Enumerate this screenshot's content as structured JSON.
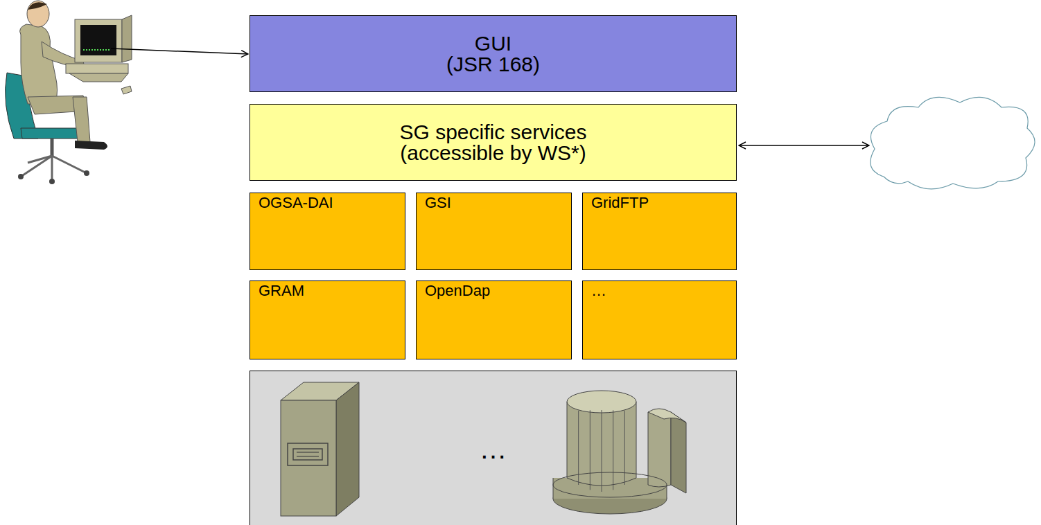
{
  "diagram": {
    "nodes": [
      {
        "text": [
          "GUI",
          "(JSR 168)"
        ]
      },
      {
        "text": [
          "SG specific services",
          "(accessible by WS*)"
        ]
      },
      {
        "text": [
          "OGSA-DAI"
        ]
      },
      {
        "text": [
          "GSI"
        ]
      },
      {
        "text": [
          "GridFTP"
        ]
      },
      {
        "text": [
          "GRAM"
        ]
      },
      {
        "text": [
          "OpenDap"
        ]
      },
      {
        "text": [
          "…"
        ]
      },
      {
        "text": [
          "…"
        ]
      }
    ]
  }
}
